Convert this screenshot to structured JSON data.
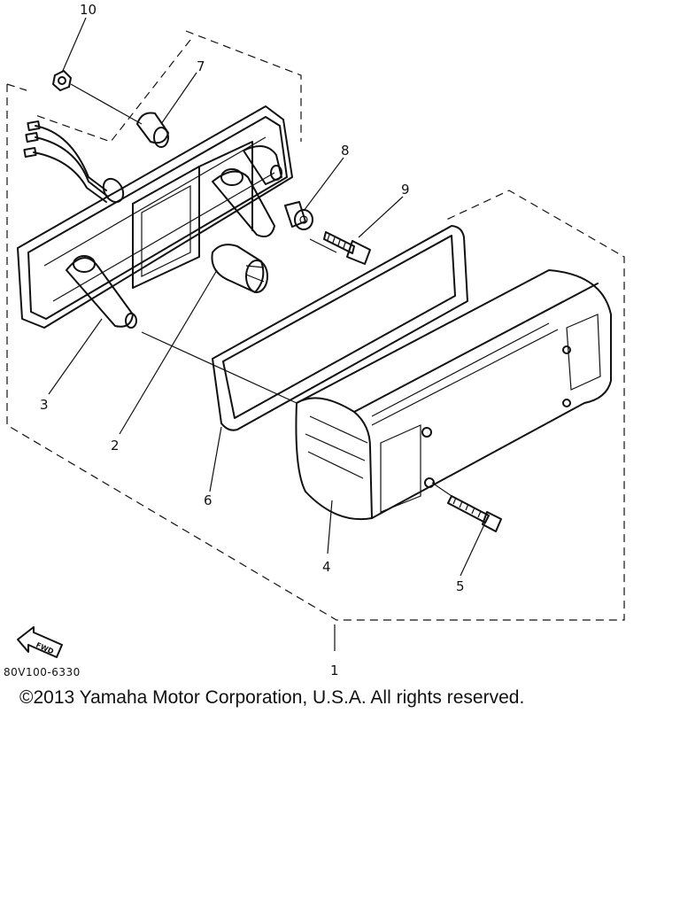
{
  "diagram": {
    "callouts": {
      "c1": "1",
      "c2": "2",
      "c3": "3",
      "c4": "4",
      "c5": "5",
      "c6": "6",
      "c7": "7",
      "c8": "8",
      "c9": "9",
      "c10": "10"
    },
    "fwd_label": "FWD",
    "drawing_code": "80V100-6330"
  },
  "footer": {
    "copyright": "©2013 Yamaha Motor Corporation, U.S.A. All rights reserved."
  }
}
